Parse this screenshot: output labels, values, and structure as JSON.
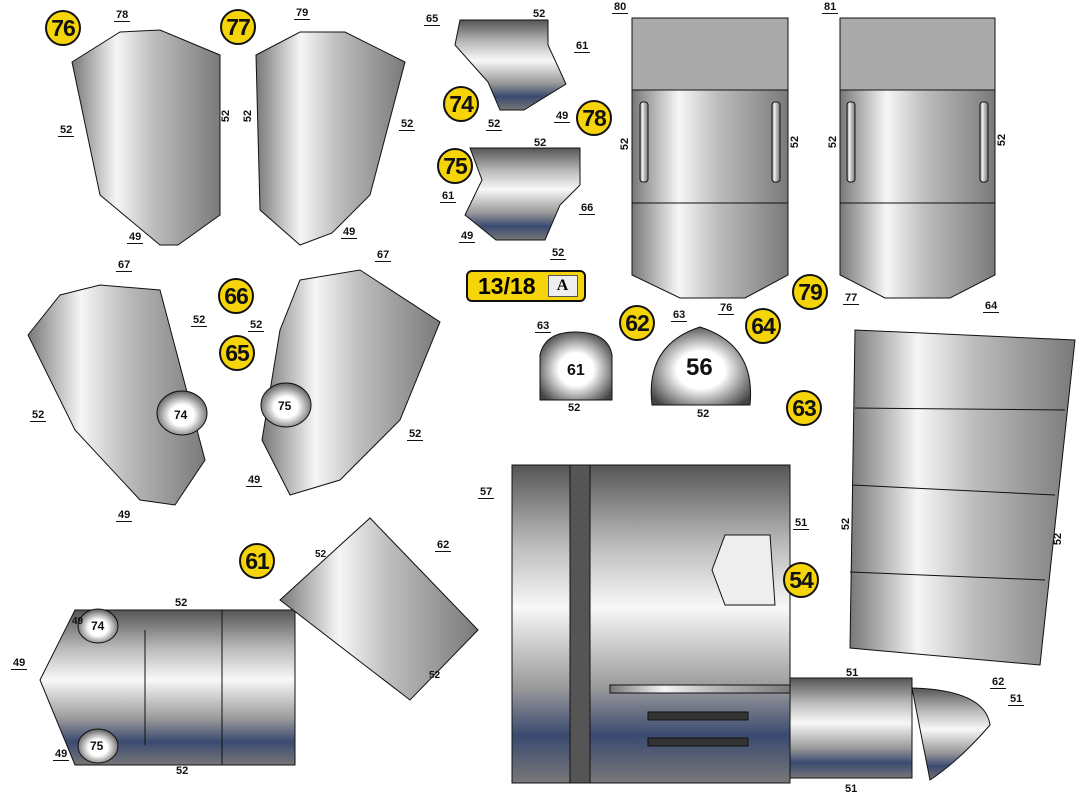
{
  "page": {
    "number": "13/18",
    "sheet_letter": "A"
  },
  "part_badges": [
    "76",
    "77",
    "74",
    "75",
    "78",
    "79",
    "66",
    "65",
    "62",
    "64",
    "63",
    "61",
    "54"
  ],
  "edge_labels": [
    "78",
    "52",
    "49",
    "79",
    "52",
    "49",
    "65",
    "52",
    "61",
    "49",
    "52",
    "52",
    "61",
    "66",
    "49",
    "52",
    "80",
    "76",
    "81",
    "77",
    "67",
    "52",
    "52",
    "49",
    "67",
    "52",
    "52",
    "49",
    "63",
    "52",
    "63",
    "52",
    "64",
    "62",
    "57",
    "51",
    "51",
    "51",
    "51",
    "52",
    "62",
    "52",
    "52",
    "49",
    "49",
    "49",
    "52"
  ],
  "vertical_labels": [
    "52",
    "52",
    "52",
    "52",
    "52",
    "52",
    "52",
    "52"
  ],
  "inner_labels": [
    "74",
    "75",
    "61",
    "56",
    "74",
    "75"
  ],
  "colors": {
    "badge": "#f6d40a",
    "metal_light": "#f4f4f4",
    "metal_dark": "#6f6f6f",
    "tint": "#5b72b0"
  }
}
